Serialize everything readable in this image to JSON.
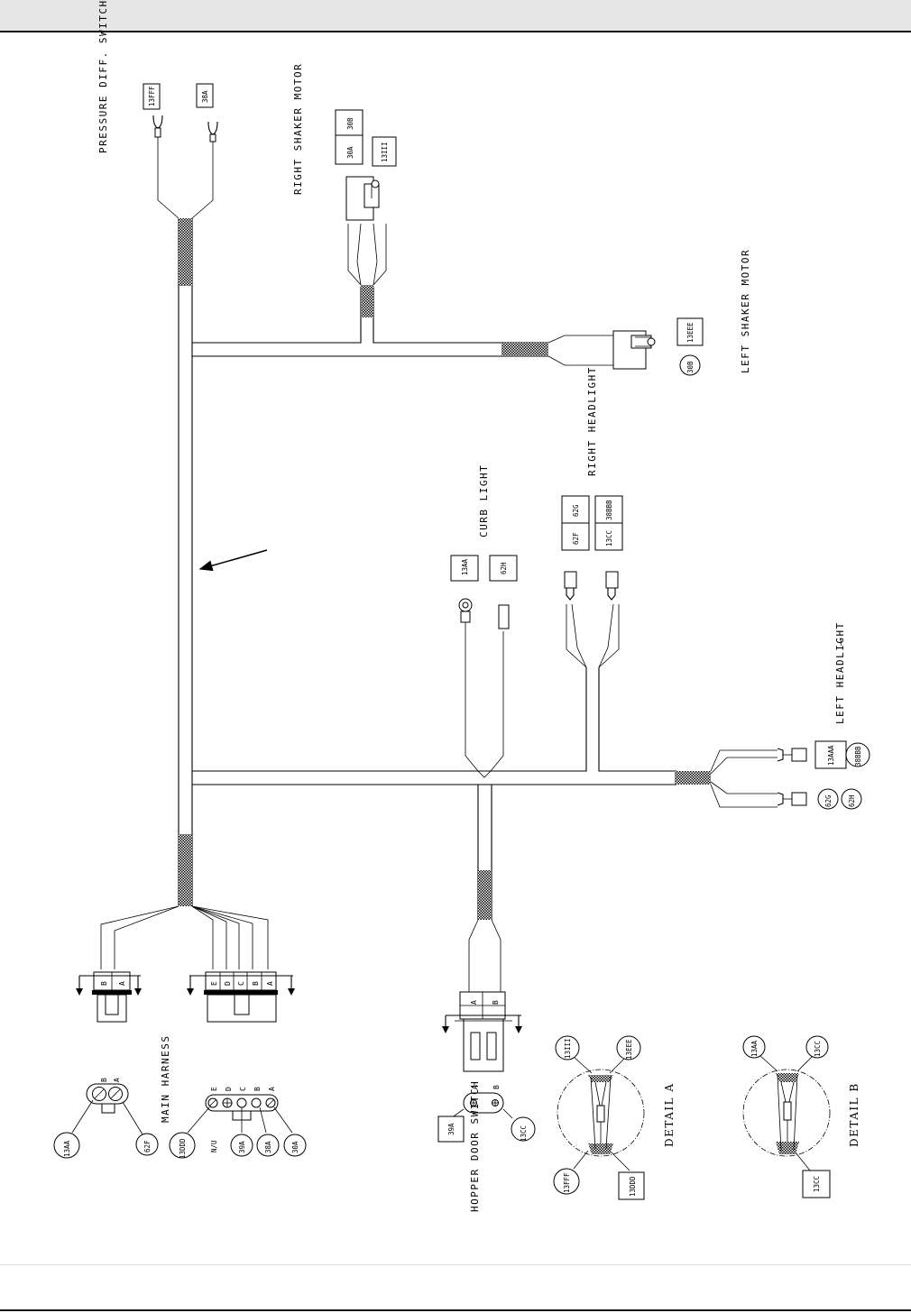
{
  "components": {
    "pressure_switch": "PRESSURE DIFF. SWITCH",
    "right_shaker": "RIGHT SHAKER MOTOR",
    "left_shaker": "LEFT SHAKER MOTOR",
    "curb_light": "CURB LIGHT",
    "right_headlight": "RIGHT HEADLIGHT",
    "left_headlight": "LEFT HEADLIGHT",
    "main_harness": "MAIN HARNESS",
    "hopper_switch": "HOPPER DOOR SWITCH"
  },
  "wire_tags": {
    "t13fff": "13FFF",
    "t38a": "38A",
    "t30b": "30B",
    "t30a": "30A",
    "t13iii": "13III",
    "t13eee": "13EEE",
    "t30b_circle": "30B",
    "t62g": "62G",
    "t62f": "62F",
    "t38bbb": "38BBB",
    "t13cc": "13CC",
    "t13aa": "13AA",
    "t62h": "62H",
    "t13aaa": "13AAA",
    "t38bbb_circle": "38BBB",
    "t62g_circle": "62G",
    "t62h_circle": "62H"
  },
  "connector_pins": {
    "two_pin": [
      "B",
      "A"
    ],
    "five_pin": [
      "E",
      "D",
      "C",
      "B",
      "A"
    ],
    "hopper": [
      "A",
      "B"
    ]
  },
  "pin_callouts": {
    "two_pin": [
      "13AA",
      "62F"
    ],
    "five_pin": [
      "13DDD",
      "N/U",
      "39A",
      "38A",
      "30A"
    ],
    "hopper": [
      "39A",
      "13CC"
    ]
  },
  "details": {
    "a": {
      "title": "DETAIL A",
      "tags": [
        "13III",
        "13EEE",
        "13FFF",
        "13DDD"
      ]
    },
    "b": {
      "title": "DETAIL B",
      "tags": [
        "13AA",
        "13CC",
        "13CC"
      ]
    }
  },
  "stray_mark": "–"
}
